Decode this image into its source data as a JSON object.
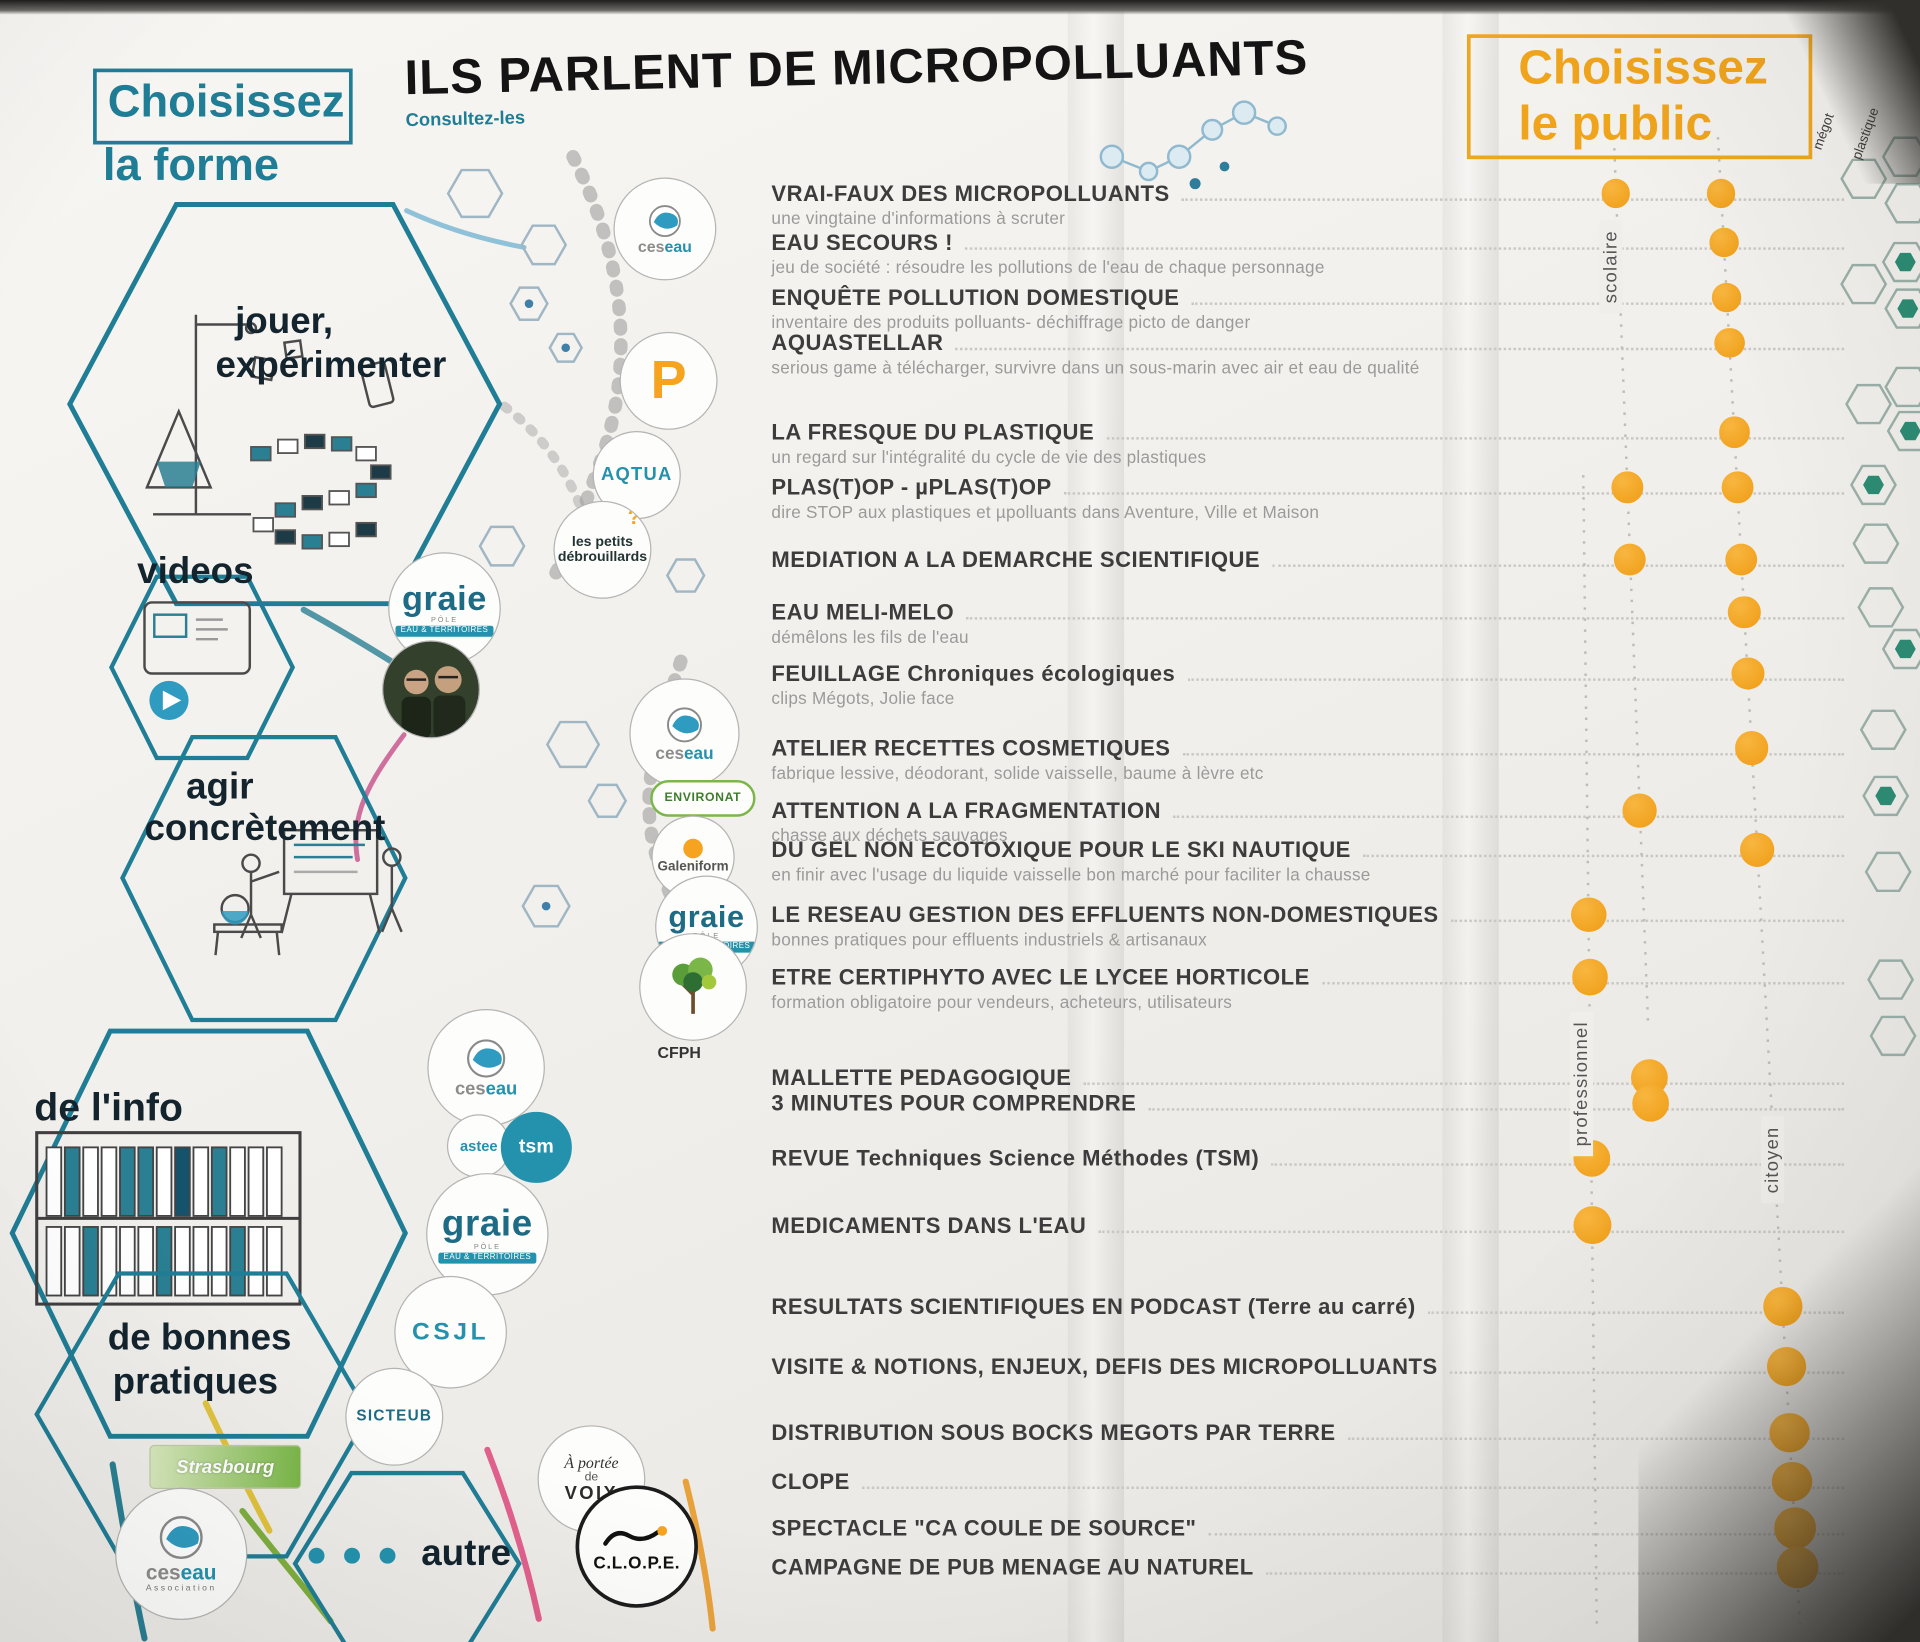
{
  "colors": {
    "teal": "#1f7d95",
    "teal_light": "#2492ad",
    "orange": "#f0a41c",
    "ink": "#141414",
    "text_gray": "#9a9a9a",
    "paper": "#f3f1ed"
  },
  "header": {
    "form_title_line1": "Choisissez",
    "form_title_line2": "la forme",
    "main_title": "ILS PARLENT DE MICROPOLLUANTS",
    "main_subtitle": "Consultez-les",
    "public_title_line1": "Choisissez",
    "public_title_line2": "le public"
  },
  "publics": [
    "scolaire",
    "professionnel",
    "citoyen"
  ],
  "themes": [
    "mégot",
    "plastique"
  ],
  "forms": {
    "jouer": {
      "line1": "jouer,",
      "line2": "expérimenter"
    },
    "videos": {
      "label": "videos"
    },
    "agir": {
      "line1": "agir",
      "line2": "concrètement"
    },
    "info": {
      "label": "de l'info"
    },
    "pratiques": {
      "line1": "de bonnes",
      "line2": "pratiques"
    },
    "autre": {
      "label": "autre"
    }
  },
  "logos": {
    "ceseau": {
      "part1": "ces",
      "part2": "eau",
      "sub": "Association"
    },
    "p_badge": {
      "letter": "P"
    },
    "aqtua": {
      "name": "AQTUA"
    },
    "debrouillards": {
      "line1": "les petits",
      "line2": "débrouillards",
      "mark": "?",
      "plus": "+"
    },
    "graie": {
      "name": "graie",
      "sup": "PÔLE",
      "sub": "EAU & TERRITOIRES"
    },
    "environat": {
      "name": "ENVIRONAT"
    },
    "galeniform": {
      "name": "Galeniform"
    },
    "cfph": {
      "name": "CFPH"
    },
    "astee": {
      "name": "astee"
    },
    "tsm": {
      "name": "tsm"
    },
    "csjl": {
      "name": "CSJL"
    },
    "sicteub": {
      "name": "SICTEUB"
    },
    "strasbourg": {
      "name": "Strasbourg"
    },
    "aportee": {
      "line1": "À portée",
      "line2": "de",
      "line3": "VOIX"
    },
    "clope": {
      "name": "C.L.O.P.E."
    }
  },
  "items": [
    {
      "title": "VRAI-FAUX DES MICROPOLLUANTS",
      "desc": "une vingtaine d'informations à scruter",
      "publics": [
        "scolaire",
        "citoyen"
      ]
    },
    {
      "title": "EAU SECOURS !",
      "desc": "jeu de société : résoudre les pollutions de l'eau de chaque personnage",
      "publics": [
        "citoyen"
      ]
    },
    {
      "title": "ENQUÊTE POLLUTION DOMESTIQUE",
      "desc": "inventaire des produits polluants- déchiffrage picto de danger",
      "publics": [
        "citoyen"
      ]
    },
    {
      "title": "AQUASTELLAR",
      "desc": "serious game à télécharger, survivre dans un sous-marin avec air et eau de qualité",
      "publics": [
        "citoyen"
      ]
    },
    {
      "title": "LA FRESQUE DU PLASTIQUE",
      "desc": "un regard sur l'intégralité du cycle de vie des plastiques",
      "publics": [
        "citoyen"
      ]
    },
    {
      "title": "PLAS(T)OP - µPLAS(T)OP",
      "desc": "dire STOP aux plastiques et µpolluants dans Aventure, Ville et Maison",
      "publics": [
        "scolaire",
        "citoyen"
      ]
    },
    {
      "title": "MEDIATION A LA DEMARCHE SCIENTIFIQUE",
      "desc": "",
      "publics": [
        "scolaire",
        "citoyen"
      ]
    },
    {
      "title": "EAU MELI-MELO",
      "desc": "démêlons les fils de l'eau",
      "publics": [
        "citoyen"
      ]
    },
    {
      "title": "FEUILLAGE Chroniques écologiques",
      "desc": "clips Mégots, Jolie face",
      "publics": [
        "citoyen"
      ]
    },
    {
      "title": "ATELIER RECETTES COSMETIQUES",
      "desc": "fabrique lessive, déodorant, solide vaisselle, baume à lèvre etc",
      "publics": [
        "citoyen"
      ]
    },
    {
      "title": "ATTENTION A LA FRAGMENTATION",
      "desc": "chasse aux déchets sauvages",
      "publics": [
        "scolaire"
      ]
    },
    {
      "title": "DU GEL NON ECOTOXIQUE POUR LE SKI NAUTIQUE",
      "desc": "en finir avec l'usage du liquide vaisselle bon marché pour faciliter la chausse",
      "publics": [
        "citoyen"
      ]
    },
    {
      "title": "LE RESEAU GESTION DES EFFLUENTS NON-DOMESTIQUES",
      "desc": "bonnes pratiques pour effluents industriels & artisanaux",
      "publics": [
        "professionnel"
      ]
    },
    {
      "title": "ETRE CERTIPHYTO AVEC LE LYCEE HORTICOLE",
      "desc": "formation obligatoire pour vendeurs, acheteurs, utilisateurs",
      "publics": [
        "professionnel"
      ]
    },
    {
      "title": "MALLETTE PEDAGOGIQUE",
      "desc": "",
      "publics": [
        "scolaire"
      ]
    },
    {
      "title": "3 MINUTES POUR COMPRENDRE",
      "desc": "",
      "publics": [
        "scolaire"
      ]
    },
    {
      "title": "REVUE Techniques Science Méthodes (TSM)",
      "desc": "",
      "publics": [
        "professionnel"
      ]
    },
    {
      "title": "MEDICAMENTS DANS L'EAU",
      "desc": "",
      "publics": [
        "professionnel"
      ]
    },
    {
      "title": "RESULTATS SCIENTIFIQUES EN PODCAST (Terre au carré)",
      "desc": "",
      "publics": [
        "citoyen"
      ]
    },
    {
      "title": "VISITE & NOTIONS, ENJEUX, DEFIS DES MICROPOLLUANTS",
      "desc": "",
      "publics": [
        "citoyen"
      ]
    },
    {
      "title": "DISTRIBUTION SOUS BOCKS MEGOTS PAR TERRE",
      "desc": "",
      "publics": [
        "citoyen"
      ]
    },
    {
      "title": "CLOPE",
      "desc": "",
      "publics": [
        "citoyen"
      ]
    },
    {
      "title": "SPECTACLE \"CA COULE DE SOURCE\"",
      "desc": "",
      "publics": [
        "citoyen"
      ]
    },
    {
      "title": "CAMPAGNE DE PUB MENAGE AU NATUREL",
      "desc": "",
      "publics": [
        "citoyen"
      ]
    }
  ]
}
